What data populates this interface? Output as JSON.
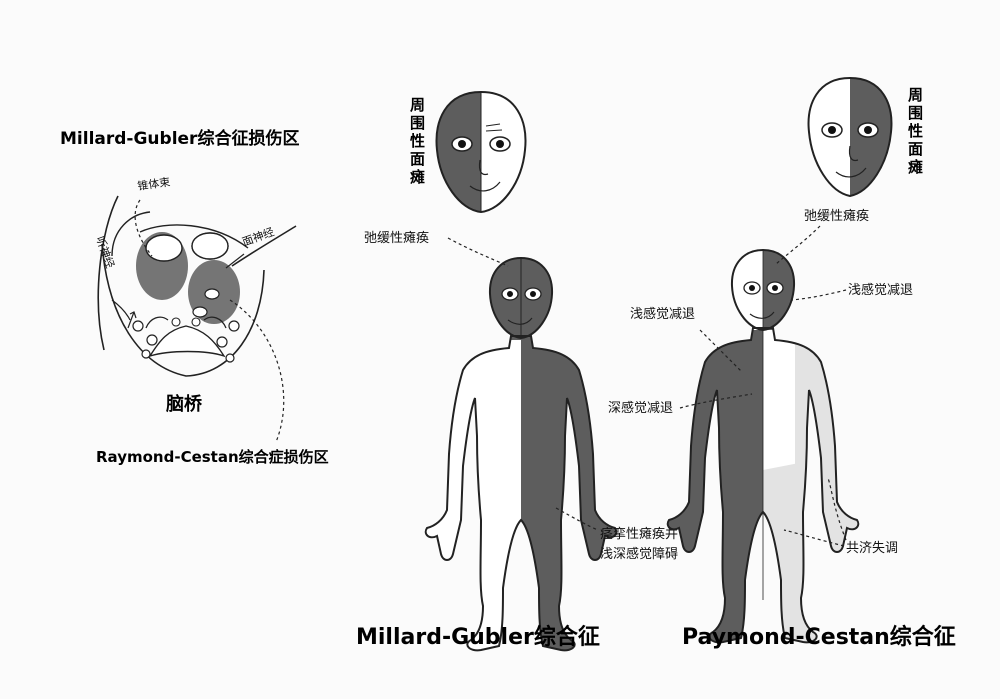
{
  "pons": {
    "millard_region_label": "Millard-Gubler综合征损伤区",
    "pyramidal_tract_label": "锥体束",
    "auditory_nerve_label": "听神经",
    "facial_nerve_label": "面神经",
    "pons_label": "脑桥",
    "raymond_region_label": "Raymond-Cestan综合症损伤区"
  },
  "millard_figure": {
    "head_label": "周围性面瘫",
    "flaccid_label": "弛缓性瘫痪",
    "spastic_label_1": "痉挛性瘫痪并",
    "spastic_label_2": "浅深感觉障碍",
    "caption": "Millard-Gubler综合征"
  },
  "raymond_figure": {
    "head_label": "周围性面瘫",
    "flaccid_label": "弛缓性瘫痪",
    "shallow_face_label": "浅感觉减退",
    "shallow_body_label": "浅感觉减退",
    "deep_label": "深感觉减退",
    "ataxia_label": "共济失调",
    "caption": "Paymond-Cestan综合征"
  },
  "colors": {
    "dark": "#5d5d5d",
    "light": "#e3e3e3",
    "white": "#ffffff",
    "outline": "#222222"
  }
}
